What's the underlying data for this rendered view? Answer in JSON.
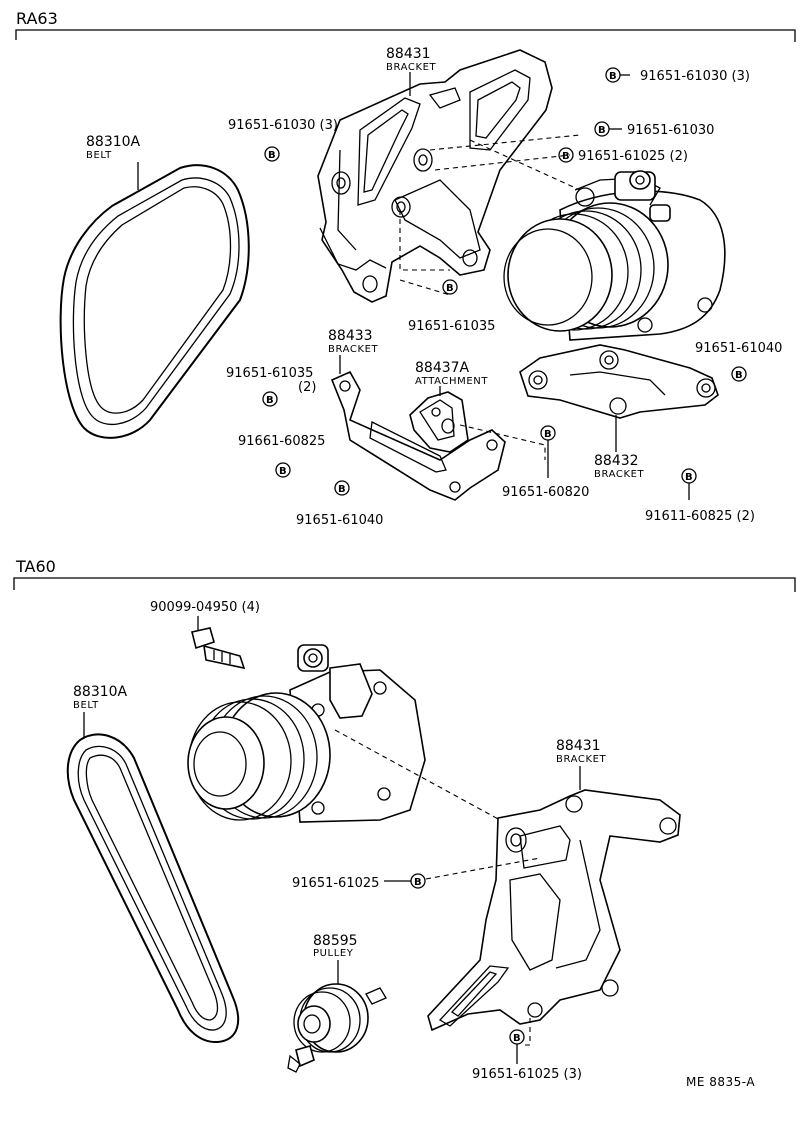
{
  "sections": {
    "ra63": {
      "title": "RA63"
    },
    "ta60": {
      "title": "TA60"
    }
  },
  "bolt_symbol": "B",
  "ra63": {
    "bracket_88431": {
      "number": "88431",
      "name": "BRACKET"
    },
    "belt_88310a": {
      "number": "88310A",
      "name": "BELT"
    },
    "bracket_88433": {
      "number": "88433",
      "name": "BRACKET"
    },
    "attachment_88437a": {
      "number": "88437A",
      "name": "ATTACHMENT"
    },
    "bracket_88432": {
      "number": "88432",
      "name": "BRACKET"
    },
    "bolt_61030_top": "91651-61030 (3)",
    "bolt_61030_left": "91651-61030 (3)",
    "bolt_61030_mid": "91651-61030",
    "bolt_61025_two": "91651-61025 (2)",
    "bolt_61035_center": "91651-61035",
    "bolt_61035_left": "91651-61035",
    "bolt_61035_left_qty": "(2)",
    "bolt_61040_right": "91651-61040",
    "bolt_60825_left": "91661-60825",
    "bolt_60820": "91651-60820",
    "bolt_61040_bottom": "91651-61040",
    "bolt_60825_right": "91611-60825 (2)"
  },
  "ta60": {
    "bolt_04950": "90099-04950 (4)",
    "belt_88310a": {
      "number": "88310A",
      "name": "BELT"
    },
    "bracket_88431": {
      "number": "88431",
      "name": "BRACKET"
    },
    "pulley_88595": {
      "number": "88595",
      "name": "PULLEY"
    },
    "bolt_61025_mid": "91651-61025",
    "bolt_61025_three": "91651-61025 (3)"
  },
  "reference_code": "ME  8835-A"
}
